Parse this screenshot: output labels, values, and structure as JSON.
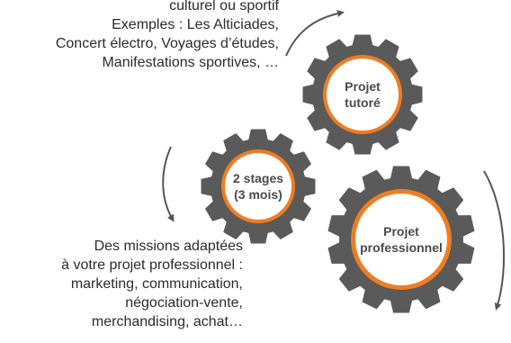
{
  "colors": {
    "gear": "#5a5a5a",
    "ring": "#ef7d22",
    "center": "#ffffff",
    "arrow": "#555555",
    "text": "#2b2b2b"
  },
  "top_text": [
    "culturel ou sportif",
    "Exemples : Les Alticiades,",
    "Concert électro, Voyages d’études,",
    "Manifestations sportives, …"
  ],
  "bottom_text": [
    "Des missions adaptées",
    "à votre projet professionnel :",
    "marketing, communication,",
    "négociation-vente,",
    "merchandising, achat…"
  ],
  "gears": [
    {
      "id": "gear-projet-tutore",
      "label_lines": [
        "Projet",
        "tutoré"
      ]
    },
    {
      "id": "gear-stages",
      "label_lines": [
        "2 stages",
        "(3 mois)"
      ]
    },
    {
      "id": "gear-projet-professionnel",
      "label_lines": [
        "Projet",
        "professionnel"
      ]
    }
  ],
  "icons": [
    "cycle-arrow-icon",
    "gear-icon"
  ]
}
